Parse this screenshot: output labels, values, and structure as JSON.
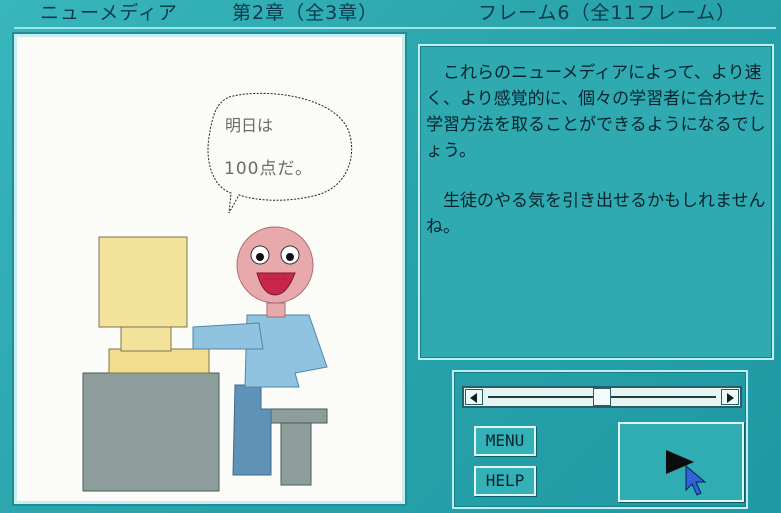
{
  "header": {
    "title": "ニューメディア",
    "chapter": "第2章（全3章）",
    "frame": "フレーム6（全11フレーム）"
  },
  "speech_bubble": {
    "line1": "明日は",
    "line2": "100点だ。"
  },
  "text_panel": {
    "paragraph1": "　これらのニューメディアによって、より速く、より感覚的に、個々の学習者に合わせた学習方法を取ることができるようになるでしょう。",
    "paragraph2": "　生徒のやる気を引き出せるかもしれませんね。"
  },
  "controls": {
    "menu_label": "MENU",
    "help_label": "HELP",
    "slider_position": 0.5
  },
  "colors": {
    "background": "#2ba6ad",
    "panel_text": "#08232e",
    "monitor": "#f3e39a",
    "desk": "#8d9e9c",
    "shirt": "#8fc3df",
    "face": "#e8a9ad"
  },
  "icons": [
    "left-arrow-icon",
    "right-arrow-icon",
    "play-icon",
    "cursor-icon"
  ]
}
